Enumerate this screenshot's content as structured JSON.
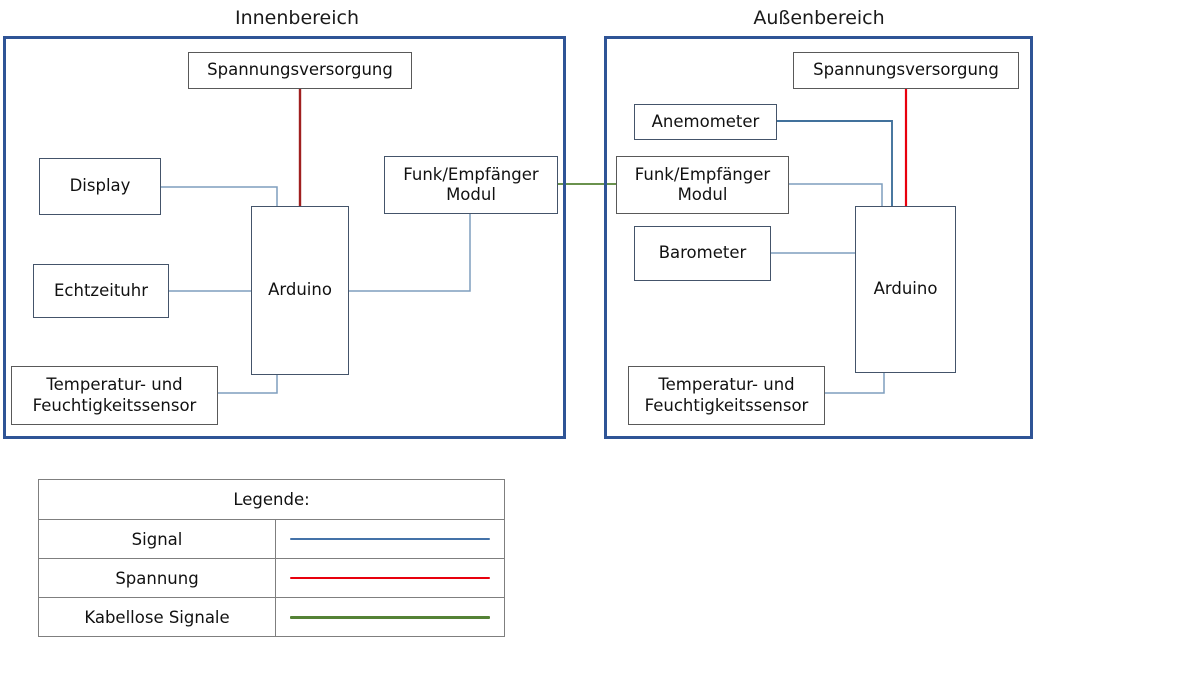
{
  "areas": [
    {
      "id": "innenbereich",
      "title": "Innenbereich"
    },
    {
      "id": "aussenbereich",
      "title": "Außenbereich"
    }
  ],
  "inner_nodes": {
    "power": "Spannungsversorgung",
    "display": "Display",
    "rtc": "Echtzeituhr",
    "controller": "Arduino",
    "radio": "Funk/Empfänger\nModul",
    "radio_line1": "Funk/Empfänger",
    "radio_line2": "Modul",
    "temp_line1": "Temperatur- und",
    "temp_line2": "Feuchtigkeitssensor"
  },
  "outer_nodes": {
    "power": "Spannungsversorgung",
    "anemometer": "Anemometer",
    "radio_line1": "Funk/Empfänger",
    "radio_line2": "Modul",
    "barometer": "Barometer",
    "controller": "Arduino",
    "temp_line1": "Temperatur- und",
    "temp_line2": "Feuchtigkeitssensor"
  },
  "legend": {
    "title": "Legende:",
    "rows": [
      {
        "label": "Signal",
        "color": "#4472a8"
      },
      {
        "label": "Spannung",
        "color": "#e8000d"
      },
      {
        "label": "Kabellose Signale",
        "color": "#548235"
      }
    ]
  },
  "colors": {
    "region_border": "#2f5496",
    "node_border": "#44546a",
    "signal": "#4472a8",
    "power": "#e8000d",
    "wireless": "#548235",
    "text": "#111111",
    "background": "#ffffff"
  }
}
